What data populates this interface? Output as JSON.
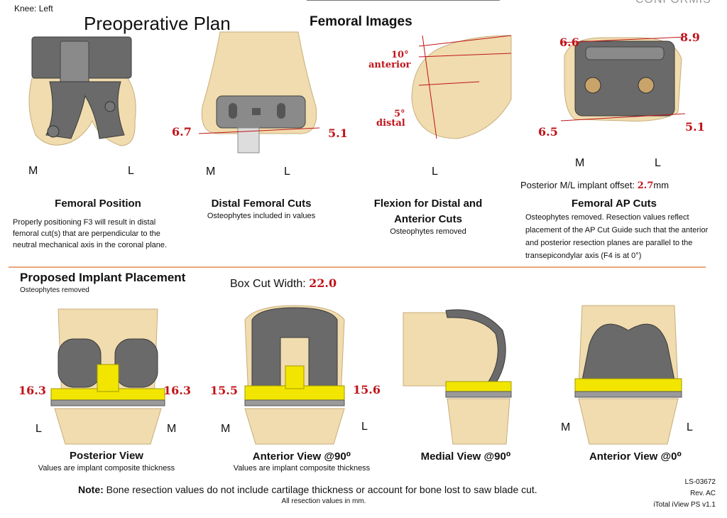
{
  "header": {
    "knee_side": "Knee: Left",
    "title": "Preoperative Plan",
    "femoral_images": "Femoral Images",
    "brand": "CONFORMIS"
  },
  "femoral_position": {
    "labels": [
      "M",
      "L"
    ],
    "heading": "Femoral Position",
    "description": "Properly positioning F3 will result in distal femoral cut(s) that are perpendicular to the neutral mechanical axis in the coronal plane."
  },
  "distal_cuts": {
    "left_value": "6.7",
    "right_value": "5.1",
    "labels": [
      "M",
      "L"
    ],
    "heading": "Distal Femoral Cuts",
    "note": "Osteophytes included in values"
  },
  "flexion": {
    "anterior_angle": "10°",
    "anterior_label": "anterior",
    "distal_angle": "5°",
    "distal_label": "distal",
    "label_l": "L",
    "heading_line1": "Flexion for Distal and",
    "heading_line2": "Anterior Cuts",
    "note": "Osteophytes removed"
  },
  "ap_cuts": {
    "top_left": "6.6",
    "top_right": "8.9",
    "bottom_left": "6.5",
    "bottom_right": "5.1",
    "labels": [
      "M",
      "L"
    ],
    "offset_label": "Posterior M/L implant offset:",
    "offset_value": "2.7",
    "offset_unit": "mm",
    "heading": "Femoral AP Cuts",
    "note": "Osteophytes removed. Resection values reflect placement of the AP Cut Guide such that the anterior and posterior resection planes are parallel to the transepicondylar axis (F4 is at 0°)"
  },
  "implant": {
    "heading": "Proposed Implant Placement",
    "subheading": "Osteophytes removed",
    "box_cut_label": "Box Cut Width:",
    "box_cut_value": "22.0",
    "posterior": {
      "left_value": "16.3",
      "right_value": "16.3",
      "labels": [
        "L",
        "M"
      ],
      "title": "Posterior View",
      "note": "Values are implant composite thickness"
    },
    "anterior90": {
      "left_value": "15.5",
      "right_value": "15.6",
      "labels": [
        "M",
        "L"
      ],
      "title": "Anterior View @90⁰",
      "note": "Values are implant composite thickness"
    },
    "medial90": {
      "title": "Medial View @90⁰"
    },
    "anterior0": {
      "labels": [
        "M",
        "L"
      ],
      "title": "Anterior View @0⁰"
    }
  },
  "footer": {
    "note_bold": "Note:",
    "note_text": "Bone resection values do not include cartilage thickness or account for bone lost to saw blade cut.",
    "units_note": "All resection values in mm.",
    "doc_number": "LS-03672",
    "revision": "Rev. AC",
    "software": "iTotal iView PS v1.1"
  },
  "colors": {
    "value_red": "#c0141a",
    "divider": "#e8a878",
    "polyethylene": "#f2e600",
    "bone": "#f0dcae"
  }
}
